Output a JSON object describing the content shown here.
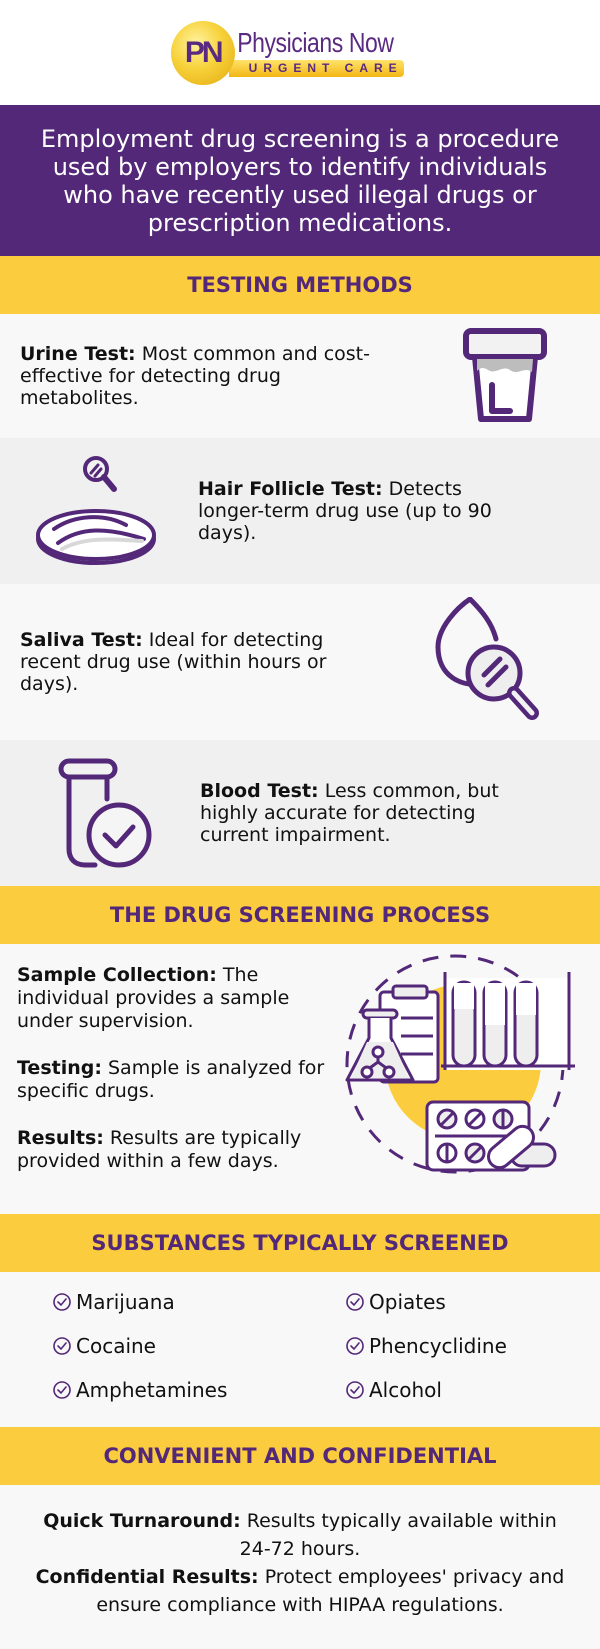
{
  "logo": {
    "monogram": "PN",
    "name": "Physicians Now",
    "tagline": "URGENT CARE"
  },
  "intro": {
    "text": "Employment drug screening is a procedure used by employers to identify individuals who have recently used illegal drugs or prescription medications."
  },
  "colors": {
    "purple": "#532878",
    "yellow": "#fccc3f",
    "light_bg": "#f8f8f8",
    "grey_bg": "#f0f0f0"
  },
  "testing_methods": {
    "heading": "TESTING METHODS",
    "items": [
      {
        "title": "Urine Test:",
        "desc": "Most common and cost-effective for detecting drug metabolites.",
        "icon": "urine-cup-icon"
      },
      {
        "title": "Hair Follicle Test:",
        "desc": "Detects longer-term drug use (up to 90 days).",
        "icon": "petri-dish-magnifier-icon"
      },
      {
        "title": "Saliva Test:",
        "desc": "Ideal for detecting recent drug use (within hours or days).",
        "icon": "droplet-magnifier-icon"
      },
      {
        "title": "Blood Test:",
        "desc": "Less common, but highly accurate for detecting current impairment.",
        "icon": "test-tube-check-icon"
      }
    ]
  },
  "process": {
    "heading": "THE DRUG SCREENING PROCESS",
    "steps": [
      {
        "title": "Sample Collection:",
        "desc": "The individual provides a sample under supervision."
      },
      {
        "title": "Testing:",
        "desc": "Sample is analyzed for specific drugs."
      },
      {
        "title": "Results:",
        "desc": "Results are typically provided within a few days."
      }
    ],
    "illustration": "lab-equipment-illustration"
  },
  "substances": {
    "heading": "SUBSTANCES TYPICALLY SCREENED",
    "items": [
      "Marijuana",
      "Cocaine",
      "Amphetamines",
      "Opiates",
      "Phencyclidine",
      "Alcohol"
    ]
  },
  "convenient": {
    "heading": "CONVENIENT AND CONFIDENTIAL",
    "items": [
      {
        "title": "Quick Turnaround:",
        "desc": "Results typically available within 24-72 hours."
      },
      {
        "title": "Confidential Results:",
        "desc": "Protect employees' privacy and ensure compliance with HIPAA regulations."
      }
    ]
  }
}
